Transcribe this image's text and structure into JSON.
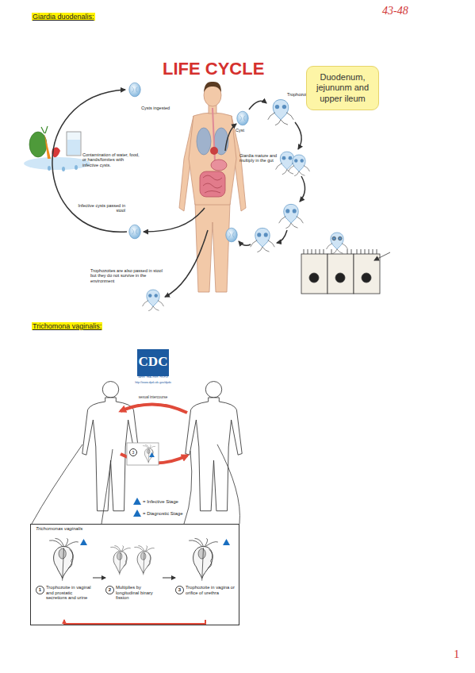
{
  "diagram": {
    "nodes": [
      {
        "text": [
          "Duodenum, jejununm and upper ileum"
        ]
      },
      {
        "text": [
          "Trichomonas vaginalis"
        ]
      },
      {
        "text": [
          "1",
          "Trophozoite in vaginal and prostatic secretions and urine"
        ],
        "in": 1
      },
      {
        "text": [
          "2",
          "Multiplies by longitudinal binary fission"
        ],
        "in": 1
      },
      {
        "text": [
          "3",
          "Trophozoite in vagina or orifice of urethra"
        ],
        "in": 1
      }
    ],
    "edges": [
      {
        "from": 2,
        "to": 3,
        "arrow": "to"
      },
      {
        "from": 3,
        "to": 4,
        "arrow": "to"
      },
      {
        "from": 4,
        "to": 2,
        "arrow": "to"
      }
    ],
    "labels": [
      "43-48",
      "Giardia duodenalis:",
      "LIFE CYCLE",
      "Cysts ingested",
      "Contamination of water, food, or hands/fomites with infective cysts.",
      "Infective cysts passed in stool",
      "Trophozoites are also passed in stool but they do not survive in the environment",
      "Cyst",
      "Trophozoites",
      "Giardia mature and multiply in the gut",
      "Trichomona vaginalis:",
      "CDC",
      "SAFER · HEALTHIER · PEOPLE",
      "http://www.dpd.cdc.gov/dpdx",
      "sexual intercourse",
      "3",
      "1"
    ],
    "legend": [
      {
        "text": "= Infective Stage"
      },
      {
        "text": "= Diagnostic Stage"
      }
    ]
  }
}
